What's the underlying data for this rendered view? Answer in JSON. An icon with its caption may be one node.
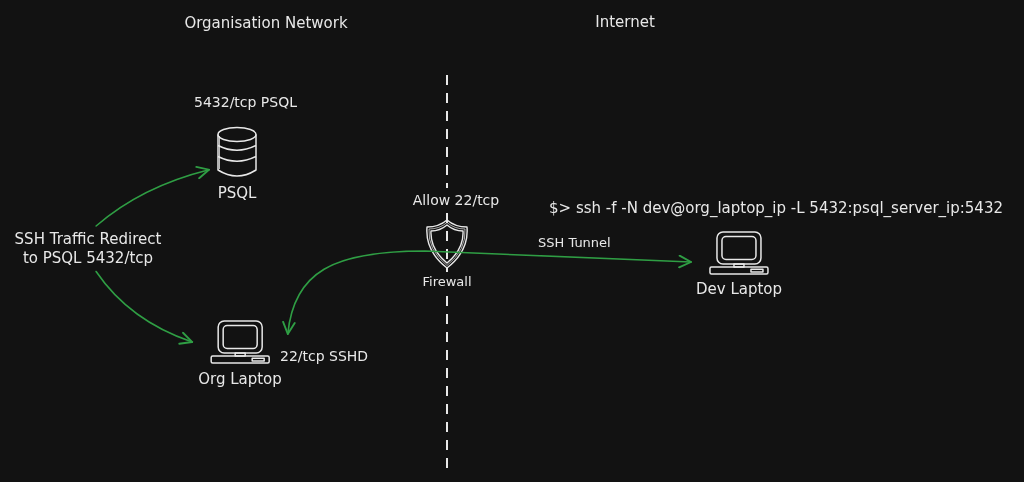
{
  "diagram": {
    "nodes": [
      {
        "text": [
          "PSQL"
        ],
        "beside": [
          "5432/tcp PSQL"
        ]
      },
      {
        "text": [
          "SSH Traffic Redirect to PSQL 5432/tcp"
        ]
      },
      {
        "text": [
          "Org Laptop"
        ],
        "beside": [
          "22/tcp SSHD"
        ]
      },
      {
        "text": [
          "Firewall"
        ]
      },
      {
        "text": [
          "Dev Laptop"
        ]
      }
    ],
    "edges": [
      {
        "from": 1,
        "to": 0,
        "arrow": "to"
      },
      {
        "from": 1,
        "to": 2,
        "arrow": "to"
      },
      {
        "from": 2,
        "to": 4,
        "arrow": "both",
        "label": "SSH Tunnel"
      }
    ],
    "labels": [
      "Organisation Network",
      "Internet",
      "Allow 22/tcp",
      "$> ssh -f -N dev@org_laptop_ip -L 5432:psql_server_ip:5432"
    ]
  }
}
